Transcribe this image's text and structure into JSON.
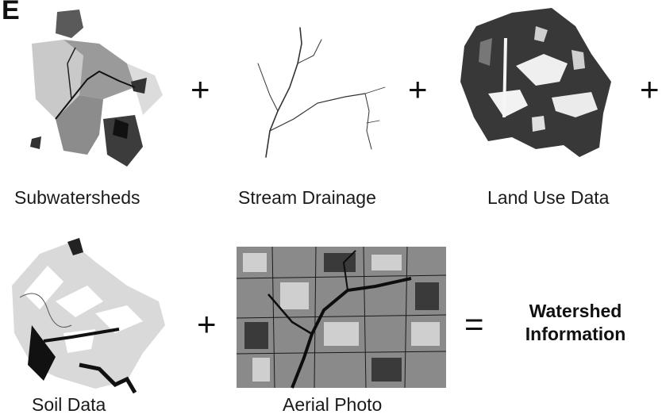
{
  "figure": {
    "panel_letter": "E",
    "items": [
      {
        "id": "subwatersheds",
        "label": "Subwatersheds"
      },
      {
        "id": "stream-drainage",
        "label": "Stream Drainage"
      },
      {
        "id": "land-use-data",
        "label": "Land Use Data"
      },
      {
        "id": "soil-data",
        "label": "Soil Data"
      },
      {
        "id": "aerial-photo",
        "label": "Aerial Photo"
      }
    ],
    "operators": {
      "plus": "+",
      "equals": "="
    },
    "result": {
      "line1": "Watershed",
      "line2": "Information"
    }
  }
}
